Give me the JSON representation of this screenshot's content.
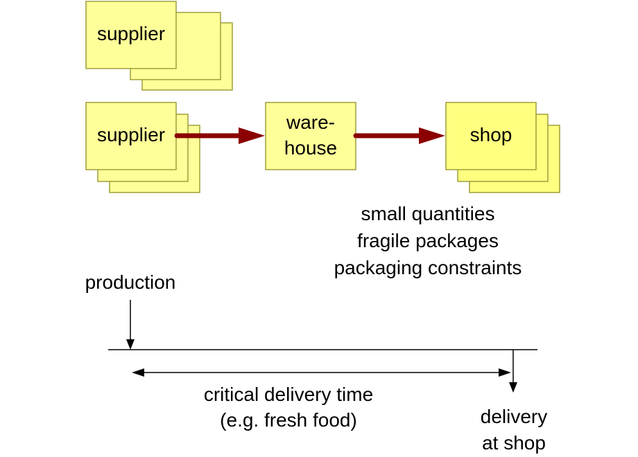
{
  "nodes": {
    "supplier_top": "supplier",
    "supplier_mid": "supplier",
    "warehouse_line1": "ware-",
    "warehouse_line2": "house",
    "shop": "shop"
  },
  "constraints": [
    "small quantities",
    "fragile packages",
    "packaging constraints"
  ],
  "timeline": {
    "production": "production",
    "delivery_time_line1": "critical delivery time",
    "delivery_time_line2": "(e.g. fresh food)",
    "delivery_line1": "delivery",
    "delivery_line2": "at shop"
  },
  "colors": {
    "box_fill": "#ffff99",
    "shop_fill": "#ffff80",
    "box_stroke": "#9e9e3a",
    "flow_arrow": "#8b0000",
    "line": "#000000"
  }
}
